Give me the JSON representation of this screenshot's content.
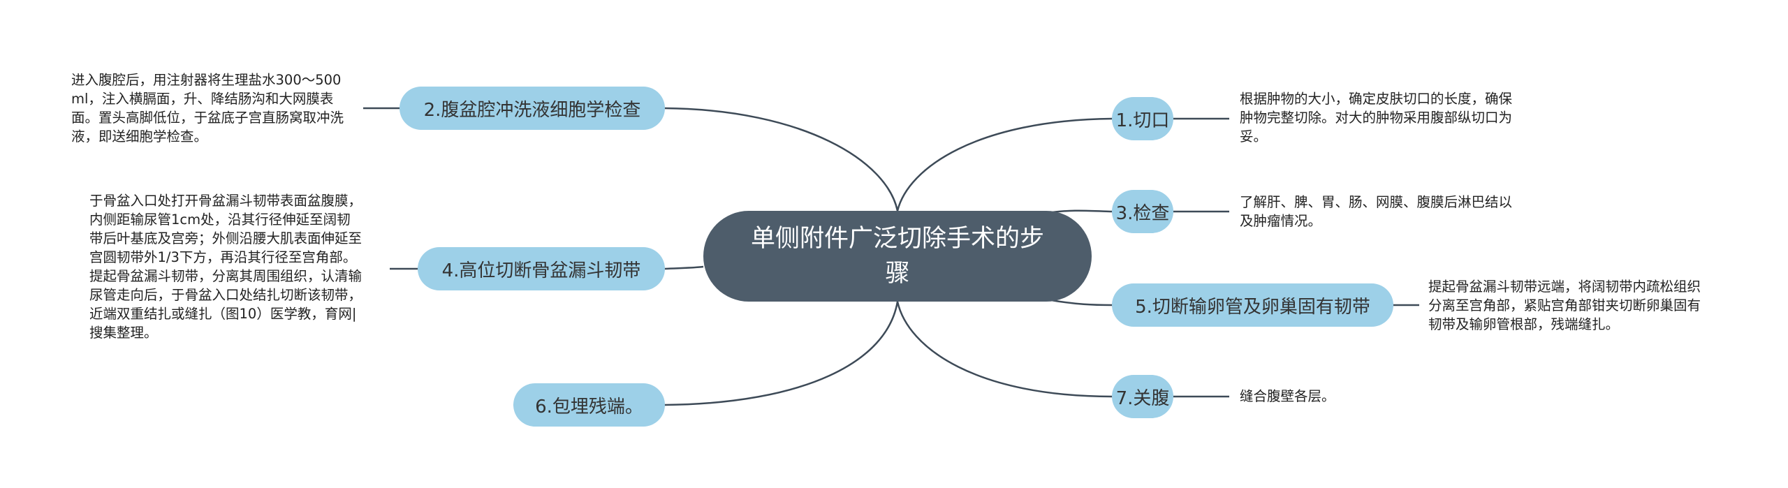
{
  "center": {
    "title": "单侧附件广泛切除手术的步骤"
  },
  "branches": [
    {
      "id": "b1",
      "label": "1.切口",
      "note": [
        "根据肿物的大小，确定皮肤切口的长度，确保",
        "肿物完整切除。对大的肿物采用腹部纵切口为",
        "妥。"
      ]
    },
    {
      "id": "b2",
      "label": "2.腹盆腔冲洗液细胞学检查",
      "note": [
        "进入腹腔后，用注射器将生理盐水300～500",
        "ml，注入横膈面，升、降结肠沟和大网膜表",
        "面。置头高脚低位，于盆底子宫直肠窝取冲洗",
        "液，即送细胞学检查。"
      ]
    },
    {
      "id": "b3",
      "label": "3.检查",
      "note": [
        "了解肝、脾、胃、肠、网膜、腹膜后淋巴结以",
        "及肿瘤情况。"
      ]
    },
    {
      "id": "b4",
      "label": "4.高位切断骨盆漏斗韧带",
      "note": [
        "于骨盆入口处打开骨盆漏斗韧带表面盆腹膜，",
        "内侧距输尿管1cm处，沿其行径伸延至阔韧",
        "带后叶基底及宫旁；外侧沿腰大肌表面伸延至",
        "宫圆韧带外1/3下方，再沿其行径至宫角部。",
        "提起骨盆漏斗韧带，分离其周围组织，认清输",
        "尿管走向后，于骨盆入口处结扎切断该韧带，",
        "近端双重结扎或缝扎（图10）医学教，育网|",
        "搜集整理。"
      ]
    },
    {
      "id": "b5",
      "label": "5.切断输卵管及卵巢固有韧带",
      "note": [
        "提起骨盆漏斗韧带远端，将阔韧带内疏松组织",
        "分离至宫角部，紧贴宫角部钳夹切断卵巢固有",
        "韧带及输卵管根部，残端缝扎。"
      ]
    },
    {
      "id": "b6",
      "label": "6.包埋残端。",
      "note": []
    },
    {
      "id": "b7",
      "label": "7.关腹",
      "note": [
        "缝合腹壁各层。"
      ]
    }
  ],
  "colors": {
    "center_fill": "#4e5d6b",
    "branch_fill": "#9dd0e8",
    "link_stroke": "#3d4a57"
  }
}
